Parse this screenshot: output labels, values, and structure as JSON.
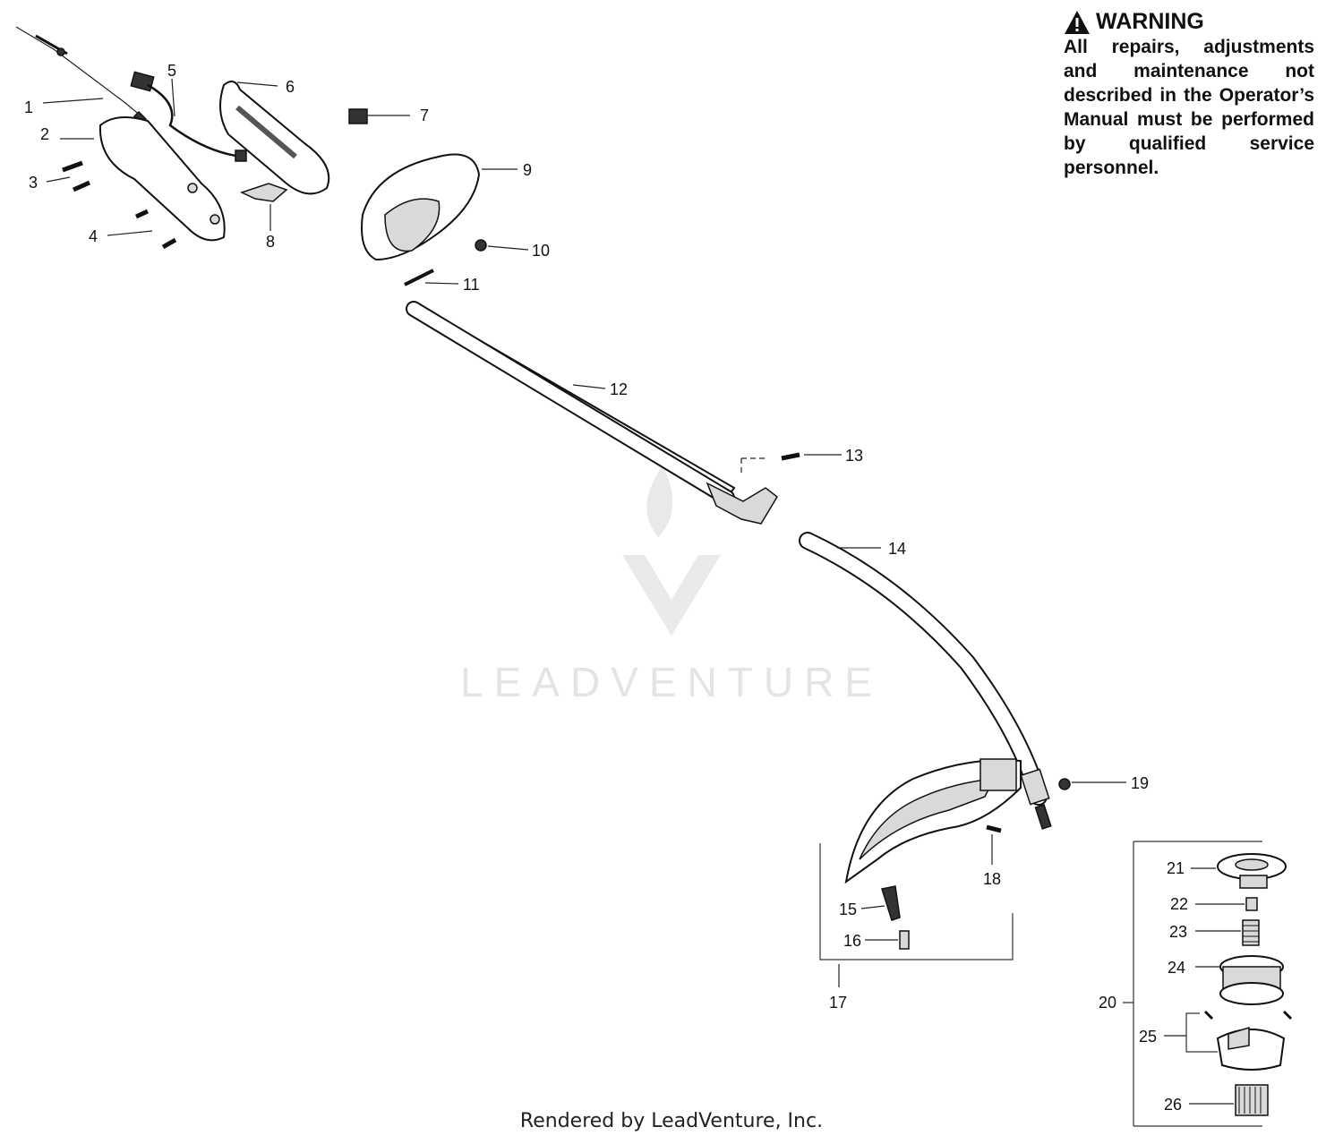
{
  "warning": {
    "title": "WARNING",
    "body": "All repairs, adjustments and maintenance not described in the Operator’s Manual must be performed by qualified service personnel.",
    "icon": "warning-triangle-icon"
  },
  "watermark": "LEADVENTURE",
  "footer": "Rendered by LeadVenture, Inc.",
  "callouts": [
    "1",
    "2",
    "3",
    "4",
    "5",
    "6",
    "7",
    "8",
    "9",
    "10",
    "11",
    "12",
    "13",
    "14",
    "15",
    "16",
    "17",
    "18",
    "19",
    "20",
    "21",
    "22",
    "23",
    "24",
    "25",
    "26"
  ]
}
